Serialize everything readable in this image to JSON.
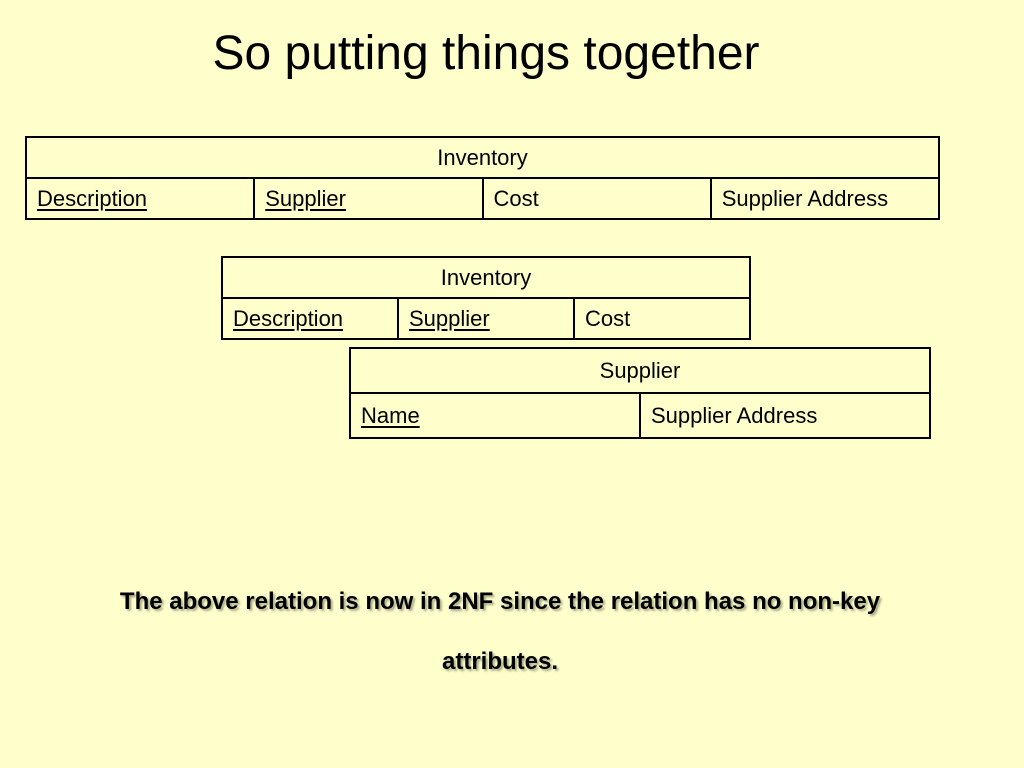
{
  "slide": {
    "title": "So putting things together",
    "note_line1": "The above relation is now in 2NF since the relation has no non-key",
    "note_line2": "attributes."
  },
  "tables": {
    "full": {
      "name": "Inventory",
      "columns": [
        "Description",
        "Supplier",
        "Cost",
        "Supplier Address"
      ],
      "keys": [
        "Description",
        "Supplier"
      ]
    },
    "inventory": {
      "name": "Inventory",
      "columns": [
        "Description",
        "Supplier",
        "Cost"
      ],
      "keys": [
        "Description",
        "Supplier"
      ]
    },
    "supplier": {
      "name": "Supplier",
      "columns": [
        "Name",
        "Supplier Address"
      ],
      "keys": [
        "Name"
      ]
    }
  },
  "colors": {
    "background": "#ffffcc",
    "text": "#000000"
  }
}
